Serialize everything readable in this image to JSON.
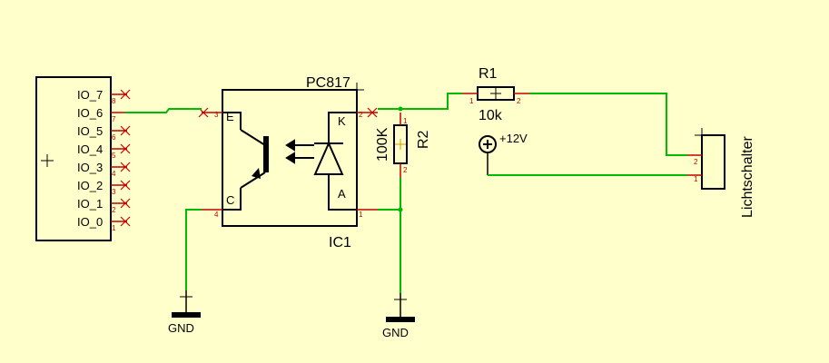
{
  "connector": {
    "pins": [
      {
        "label": "IO_7",
        "num": "8"
      },
      {
        "label": "IO_6",
        "num": "7"
      },
      {
        "label": "IO_5",
        "num": "6"
      },
      {
        "label": "IO_4",
        "num": "5"
      },
      {
        "label": "IO_3",
        "num": "4"
      },
      {
        "label": "IO_2",
        "num": "3"
      },
      {
        "label": "IO_1",
        "num": "2"
      },
      {
        "label": "IO_0",
        "num": "1"
      }
    ]
  },
  "optocoupler": {
    "part": "PC817",
    "ref": "IC1",
    "pin_e": "E",
    "pin_c": "C",
    "pin_k": "K",
    "pin_a": "A",
    "pin_e_num": "3",
    "pin_c_num": "4",
    "pin_k_num": "2",
    "pin_a_num": "1"
  },
  "r1": {
    "ref": "R1",
    "value": "10k",
    "pin1": "1",
    "pin2": "2"
  },
  "r2": {
    "ref": "R2",
    "value": "100K",
    "pin1": "1",
    "pin2": "2"
  },
  "supply": {
    "label": "+12V"
  },
  "switch": {
    "label": "Lichtschalter",
    "pin1": "1",
    "pin2": "2"
  },
  "gnd_left": {
    "label": "GND"
  },
  "gnd_right": {
    "label": "GND"
  },
  "colors": {
    "background": "#ffffcc",
    "wire": "#00bb00",
    "pin": "#c00000",
    "outline": "#000000"
  }
}
